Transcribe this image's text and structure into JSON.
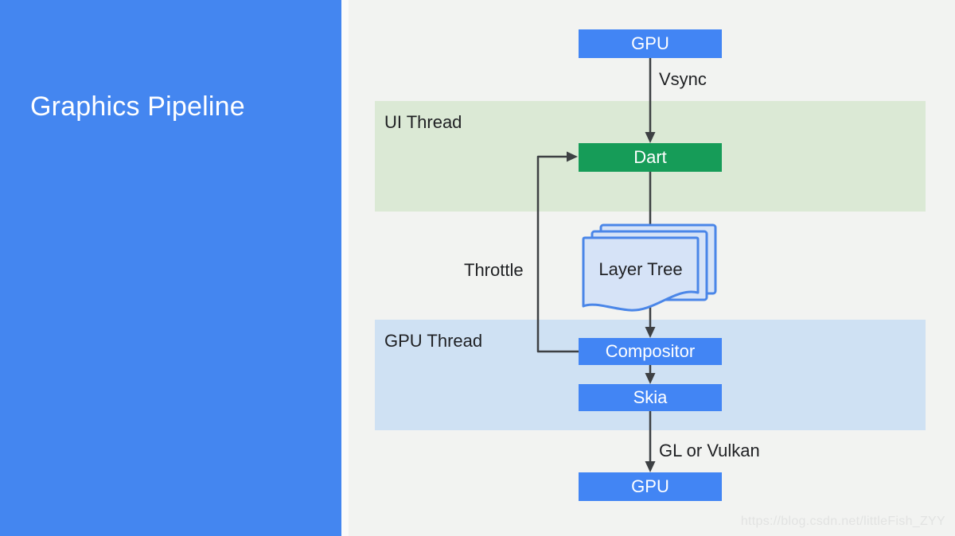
{
  "slide": {
    "title": "Graphics Pipeline",
    "watermark": "https://blog.csdn.net/littleFish_ZYY"
  },
  "diagram": {
    "bands": [
      {
        "id": "ui_thread",
        "label": "UI Thread"
      },
      {
        "id": "gpu_thread",
        "label": "GPU Thread"
      }
    ],
    "nodes": {
      "gpu_top": {
        "label": "GPU"
      },
      "dart": {
        "label": "Dart"
      },
      "layer_tree": {
        "label": "Layer Tree"
      },
      "compositor": {
        "label": "Compositor"
      },
      "skia": {
        "label": "Skia"
      },
      "gpu_bottom": {
        "label": "GPU"
      }
    },
    "edges": {
      "vsync": {
        "label": "Vsync",
        "from": "gpu_top",
        "to": "dart"
      },
      "dart_to_compositor": {
        "label": "",
        "from": "dart",
        "to": "compositor"
      },
      "compositor_to_skia": {
        "label": "",
        "from": "compositor",
        "to": "skia"
      },
      "gl_or_vulkan": {
        "label": "GL or Vulkan",
        "from": "skia",
        "to": "gpu_bottom"
      },
      "throttle": {
        "label": "Throttle",
        "from": "compositor",
        "to": "dart"
      }
    },
    "colors": {
      "panel_blue": "#4486f0",
      "node_blue": "#4285f4",
      "node_green": "#169c58",
      "band_green": "#dbe9d5",
      "band_blue": "#cfe1f3",
      "canvas_bg": "#f2f3f1",
      "connector": "#3d4043",
      "layer_tree_border": "#4a86e8",
      "layer_tree_fill": "#d6e3f7",
      "title_text": "#ffffff",
      "label_text": "#1f2023",
      "watermark_text": "#e2e3e2"
    }
  }
}
